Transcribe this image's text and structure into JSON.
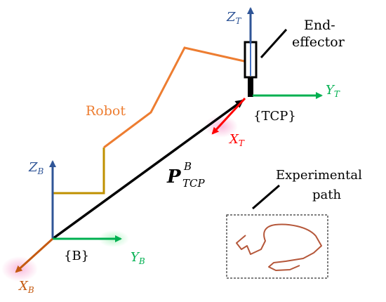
{
  "labels": {
    "robot": "Robot",
    "end_effector_line1": "End-",
    "end_effector_line2": "effector",
    "tcp_frame": "{TCP}",
    "base_frame": "{B}",
    "experimental_line1": "Experimental",
    "experimental_line2": "path",
    "vector_P": "P",
    "vector_sup": "B",
    "vector_sub": "TCP"
  },
  "axes": {
    "base": {
      "z": {
        "letter": "Z",
        "sub": "B"
      },
      "y": {
        "letter": "Y",
        "sub": "B"
      },
      "x": {
        "letter": "X",
        "sub": "B"
      }
    },
    "tcp": {
      "z": {
        "letter": "Z",
        "sub": "T"
      },
      "y": {
        "letter": "Y",
        "sub": "T"
      },
      "x": {
        "letter": "X",
        "sub": "T"
      }
    }
  },
  "colors": {
    "robot_link": "#ed7d31",
    "robot_link_lower": "#bf9000",
    "z_axis": "#2f5597",
    "y_axis": "#00b050",
    "x_axis": "#ff0000",
    "x_axis_base": "#c55a11",
    "path_curve": "#b5573a",
    "vector": "#000000",
    "label_robot": "#ed7d31",
    "label_z": "#2f5597",
    "label_y": "#00b050",
    "label_x": "#ff0000"
  }
}
